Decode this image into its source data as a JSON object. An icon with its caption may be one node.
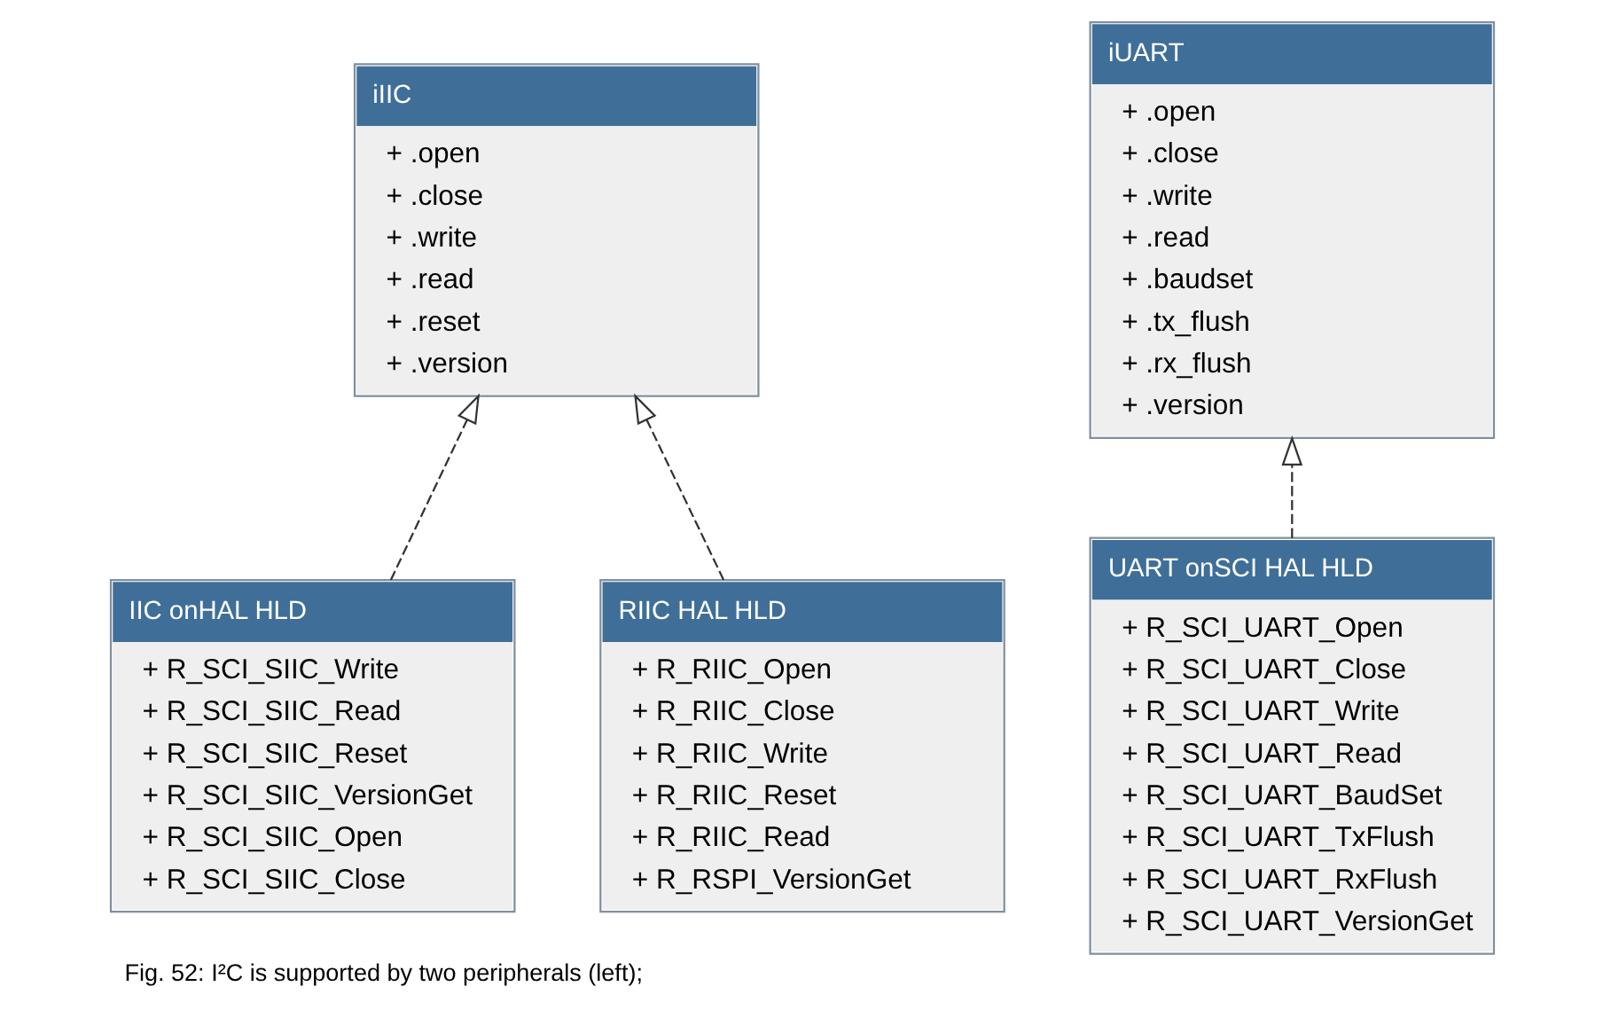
{
  "diagram": {
    "caption": "Fig. 52: I²C is supported by two peripherals (left);",
    "nodes": [
      {
        "text": [
          "iIIC",
          "+ .open",
          "+ .close",
          "+ .write",
          "+ .read",
          "+ .reset",
          "+ .version"
        ]
      },
      {
        "text": [
          "iUART",
          "+ .open",
          "+ .close",
          "+ .write",
          "+ .read",
          "+ .baudset",
          "+ .tx_flush",
          "+ .rx_flush",
          "+ .version"
        ]
      },
      {
        "text": [
          "IIC onHAL HLD",
          "+ R_SCI_SIIC_Write",
          "+ R_SCI_SIIC_Read",
          "+ R_SCI_SIIC_Reset",
          "+ R_SCI_SIIC_VersionGet",
          "+ R_SCI_SIIC_Open",
          "+ R_SCI_SIIC_Close"
        ]
      },
      {
        "text": [
          "RIIC HAL HLD",
          "+ R_RIIC_Open",
          "+ R_RIIC_Close",
          "+ R_RIIC_Write",
          "+ R_RIIC_Reset",
          "+ R_RIIC_Read",
          "+ R_RSPI_VersionGet"
        ]
      },
      {
        "text": [
          "UART onSCI HAL HLD",
          "+ R_SCI_UART_Open",
          "+ R_SCI_UART_Close",
          "+ R_SCI_UART_Write",
          "+ R_SCI_UART_Read",
          "+ R_SCI_UART_BaudSet",
          "+ R_SCI_UART_TxFlush",
          "+ R_SCI_UART_RxFlush",
          "+ R_SCI_UART_VersionGet"
        ]
      }
    ],
    "edges": [
      {
        "from": 2,
        "to": 0,
        "arrow": "to",
        "style": "dashed"
      },
      {
        "from": 3,
        "to": 0,
        "arrow": "to",
        "style": "dashed"
      },
      {
        "from": 4,
        "to": 1,
        "arrow": "to",
        "style": "dashed"
      }
    ]
  }
}
